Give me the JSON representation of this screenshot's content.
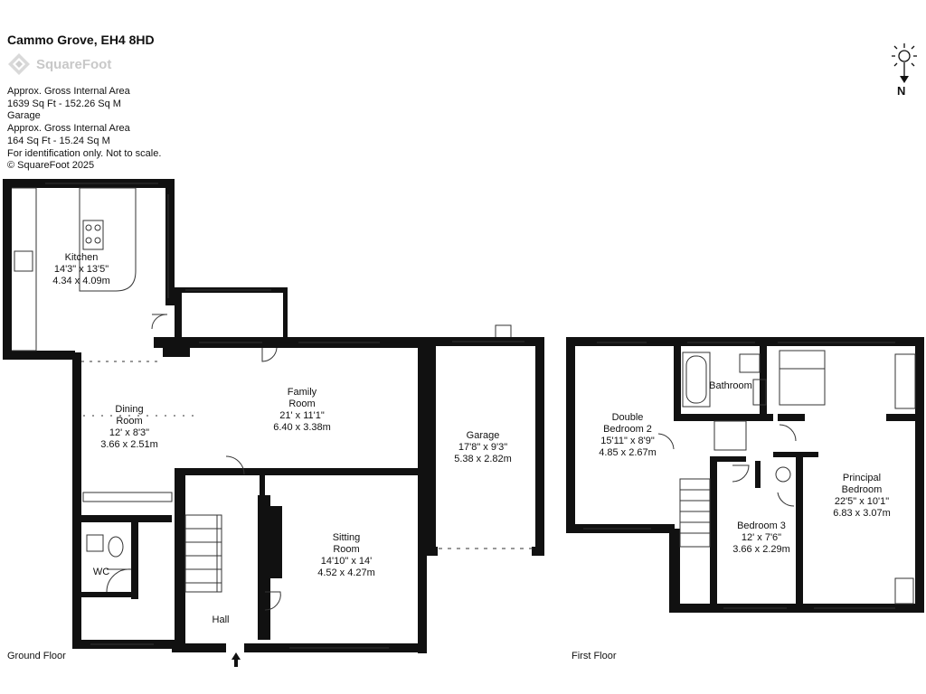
{
  "header": {
    "title": "Cammo Grove, EH4 8HD",
    "brand": "SquareFoot"
  },
  "info_lines": [
    "Approx. Gross Internal Area",
    "1639 Sq Ft  -  152.26 Sq M",
    "Garage",
    "Approx. Gross Internal Area",
    "164 Sq Ft  -  15.24 Sq M",
    "For identification only. Not to scale.",
    "© SquareFoot 2025"
  ],
  "compass": {
    "label": "N"
  },
  "floors": {
    "ground": "Ground Floor",
    "first": "First Floor"
  },
  "rooms": {
    "kitchen": {
      "name": "Kitchen",
      "imperial": "14'3\" x 13'5\"",
      "metric": "4.34 x 4.09m"
    },
    "dining": {
      "name1": "Dining",
      "name2": "Room",
      "imperial": "12' x 8'3\"",
      "metric": "3.66 x 2.51m"
    },
    "family": {
      "name1": "Family",
      "name2": "Room",
      "imperial": "21' x 11'1\"",
      "metric": "6.40 x 3.38m"
    },
    "garage": {
      "name": "Garage",
      "imperial": "17'8\" x 9'3\"",
      "metric": "5.38 x 2.82m"
    },
    "sitting": {
      "name1": "Sitting",
      "name2": "Room",
      "imperial": "14'10\" x 14'",
      "metric": "4.52 x 4.27m"
    },
    "wc": {
      "name": "WC"
    },
    "hall": {
      "name": "Hall"
    },
    "bedroom2": {
      "name1": "Double",
      "name2": "Bedroom 2",
      "imperial": "15'11\" x 8'9\"",
      "metric": "4.85 x 2.67m"
    },
    "bathroom": {
      "name": "Bathroom"
    },
    "principal": {
      "name1": "Principal",
      "name2": "Bedroom",
      "imperial": "22'5\" x 10'1\"",
      "metric": "6.83 x 3.07m"
    },
    "bedroom3": {
      "name": "Bedroom 3",
      "imperial": "12' x 7'6\"",
      "metric": "3.66 x 2.29m"
    }
  }
}
